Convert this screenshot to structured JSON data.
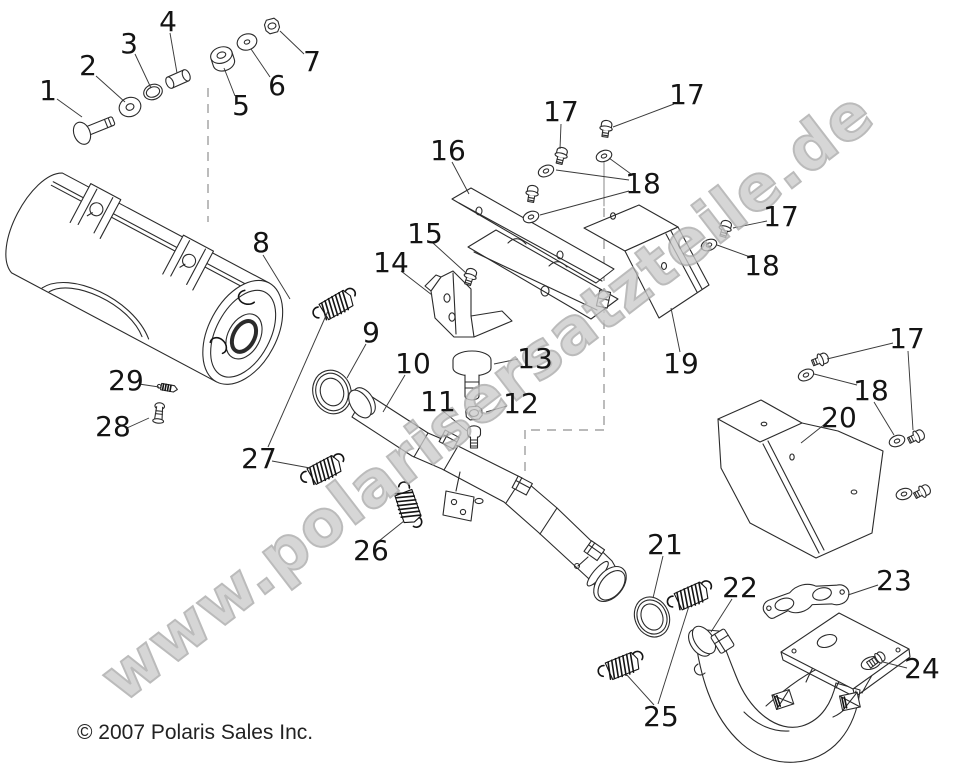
{
  "diagram": {
    "watermark_text": "www.polarisersatzteile.de",
    "copyright_text": "© 2007 Polaris Sales Inc.",
    "callouts": [
      {
        "number": "1"
      },
      {
        "number": "2"
      },
      {
        "number": "3"
      },
      {
        "number": "4"
      },
      {
        "number": "5"
      },
      {
        "number": "6"
      },
      {
        "number": "7"
      },
      {
        "number": "8"
      },
      {
        "number": "9"
      },
      {
        "number": "10"
      },
      {
        "number": "11"
      },
      {
        "number": "12"
      },
      {
        "number": "13"
      },
      {
        "number": "14"
      },
      {
        "number": "15"
      },
      {
        "number": "16"
      },
      {
        "number": "17"
      },
      {
        "number": "17"
      },
      {
        "number": "18"
      },
      {
        "number": "17"
      },
      {
        "number": "18"
      },
      {
        "number": "19"
      },
      {
        "number": "17"
      },
      {
        "number": "18"
      },
      {
        "number": "20"
      },
      {
        "number": "21"
      },
      {
        "number": "22"
      },
      {
        "number": "23"
      },
      {
        "number": "24"
      },
      {
        "number": "25"
      },
      {
        "number": "26"
      },
      {
        "number": "27"
      },
      {
        "number": "28"
      },
      {
        "number": "29"
      }
    ]
  },
  "colors": {
    "line": "#2b2b2b",
    "label_text": "#141414",
    "watermark": "#cbcbcb",
    "background": "#ffffff"
  }
}
